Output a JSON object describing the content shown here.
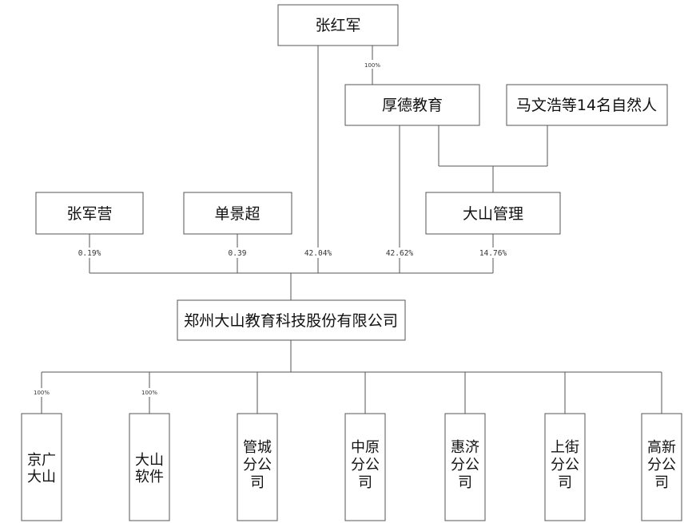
{
  "nodes": {
    "zhang_hongjun": "张红军",
    "houde_education": "厚德教育",
    "ma_wenhao_group": "马文浩等14名自然人",
    "zhang_junying": "张军营",
    "shan_jingchao": "单景超",
    "dashan_management": "大山管理",
    "company": "郑州大山教育科技股份有限公司"
  },
  "subsidiaries": [
    {
      "lines": [
        "京广",
        "大山"
      ]
    },
    {
      "lines": [
        "大山",
        "软件"
      ]
    },
    {
      "lines": [
        "管城",
        "分公",
        "司"
      ]
    },
    {
      "lines": [
        "中原",
        "分公",
        "司"
      ]
    },
    {
      "lines": [
        "惠济",
        "分公",
        "司"
      ]
    },
    {
      "lines": [
        "上街",
        "分公",
        "司"
      ]
    },
    {
      "lines": [
        "高新",
        "分公",
        "司"
      ]
    }
  ],
  "percentages": {
    "zhang_to_houde": "100%",
    "zhang_junying": "0.19%",
    "shan_jingchao": "0.39",
    "zhang_hongjun": "42.04%",
    "houde_education": "42.62%",
    "dashan_management": "14.76%",
    "jingguang_dashan": "100%",
    "dashan_software": "100%"
  }
}
